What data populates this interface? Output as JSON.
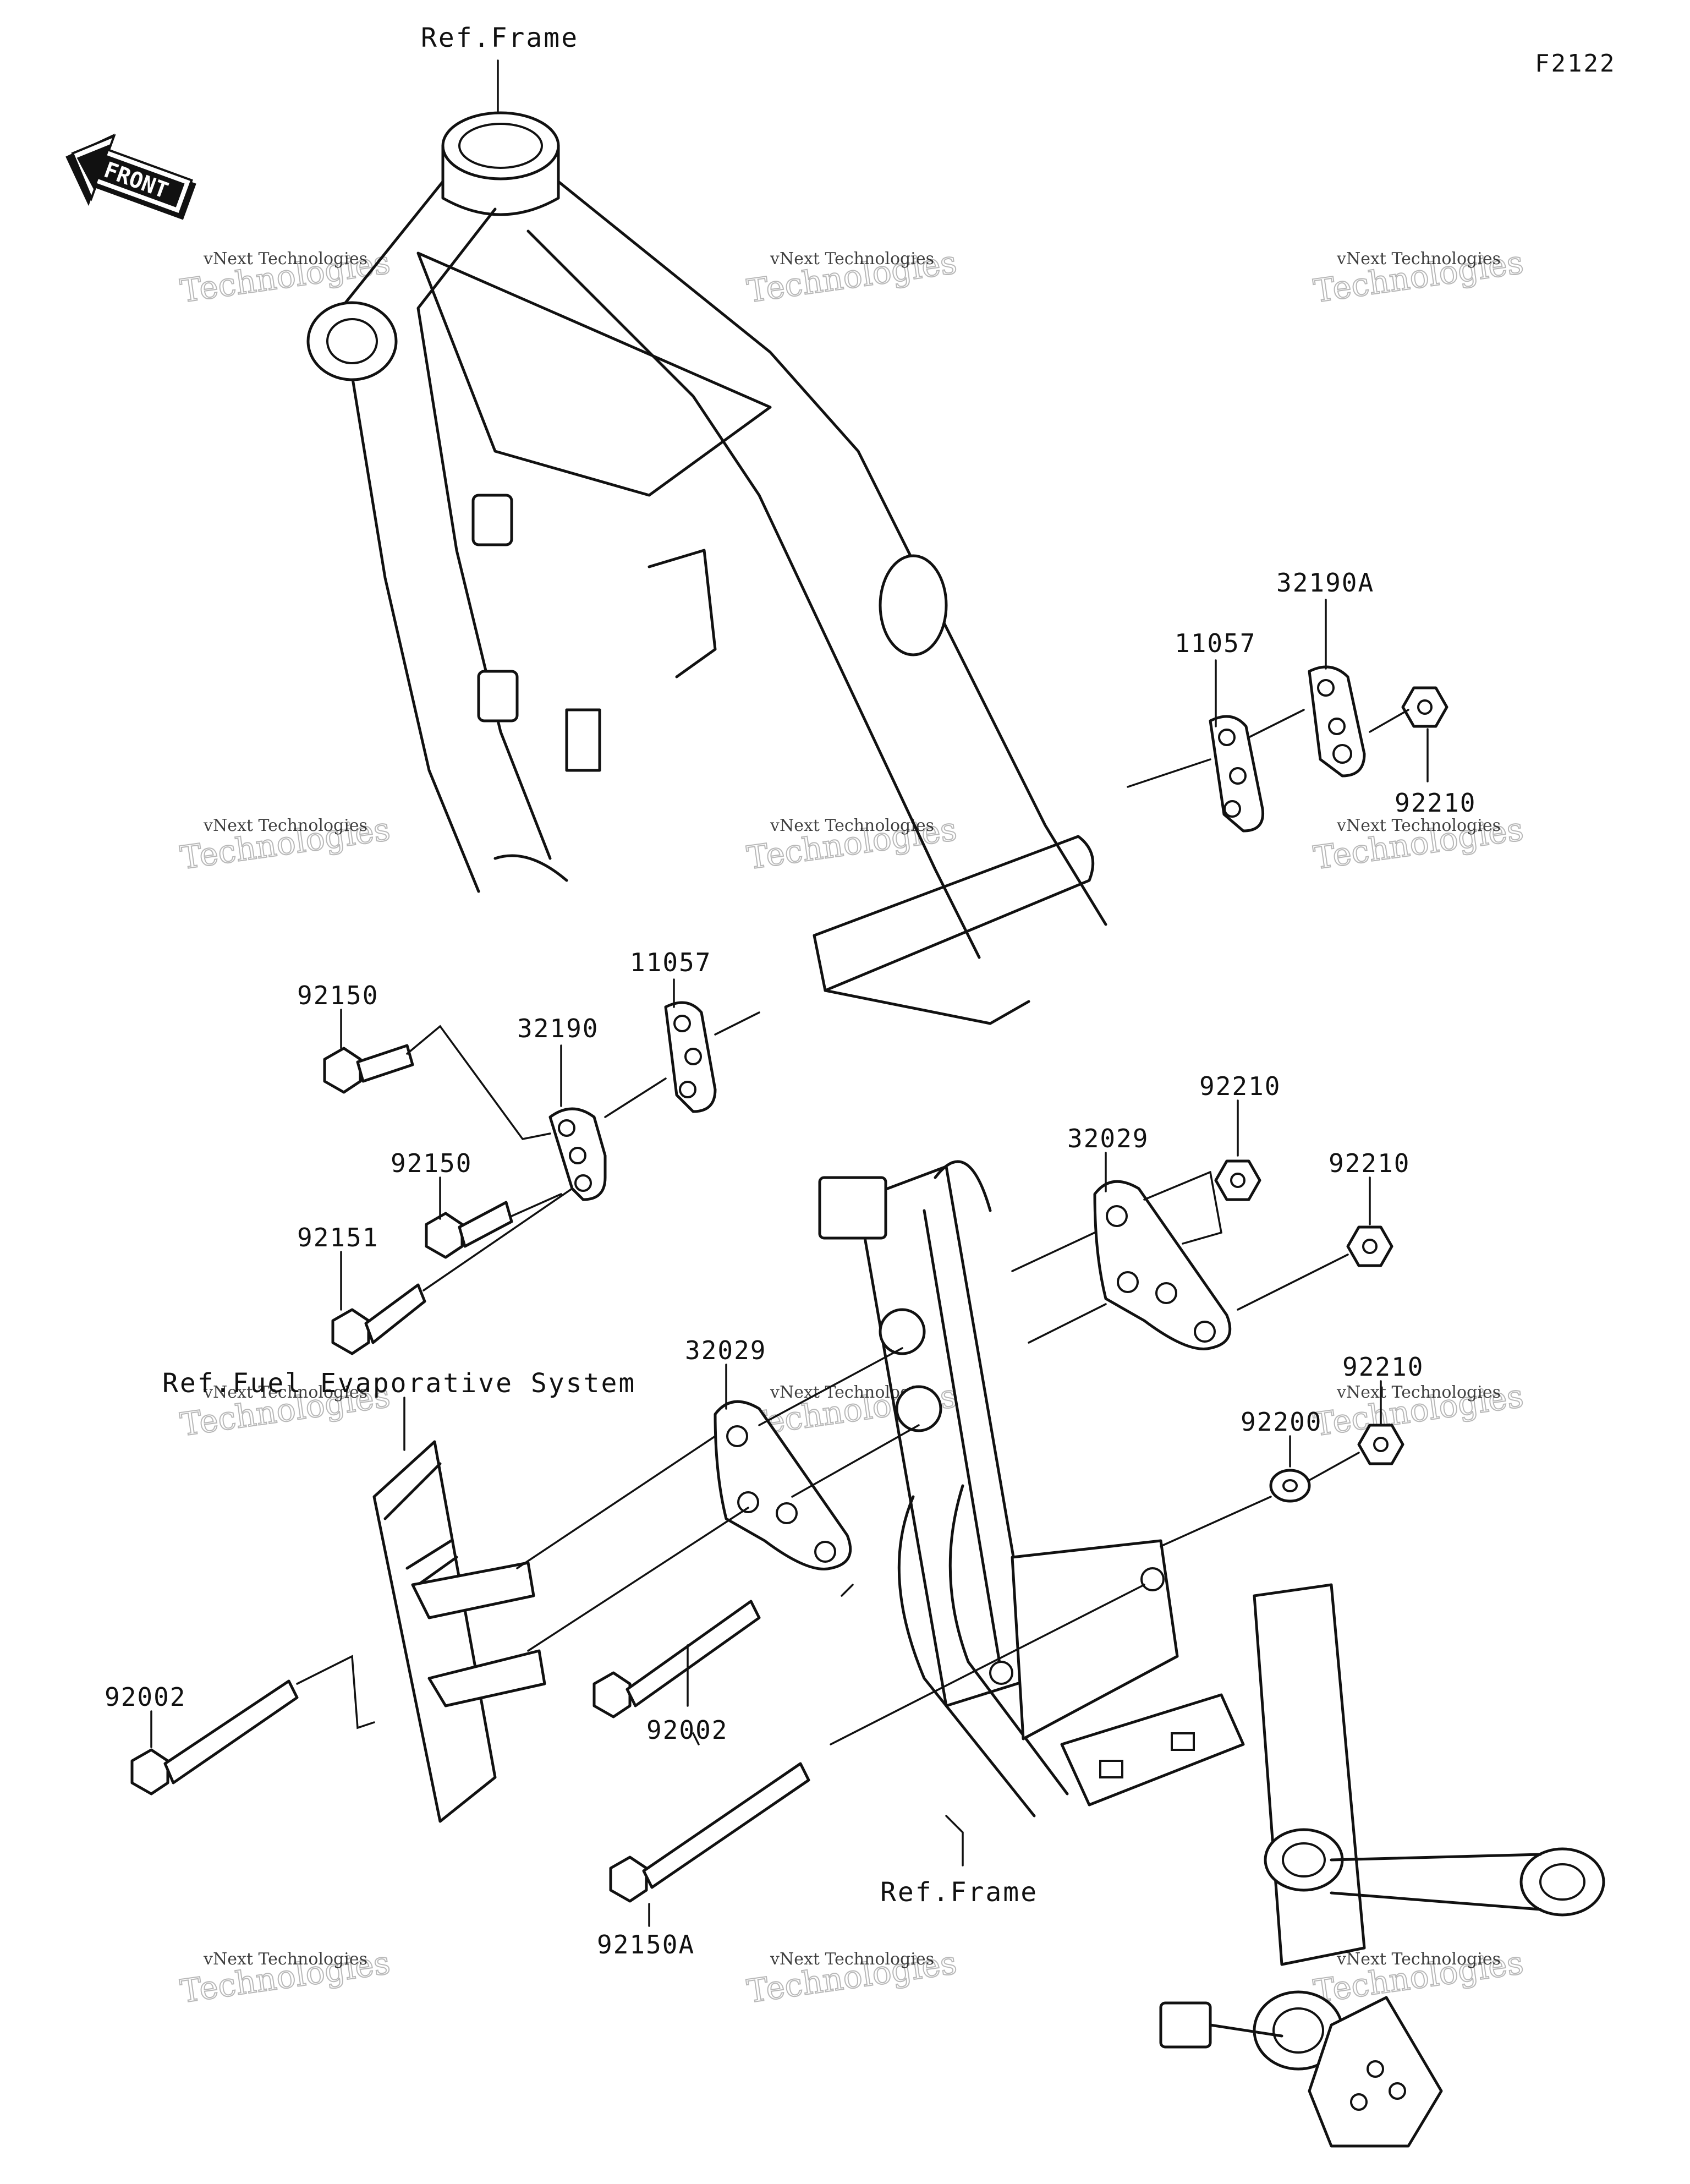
{
  "diagram_code": "F2122",
  "front_indicator": {
    "label": "FRONT",
    "icon": "front-arrow-icon"
  },
  "references": {
    "frame_top": "Ref.Frame",
    "frame_bottom": "Ref.Frame",
    "fuel_evaporative": "Ref.Fuel Evaporative System"
  },
  "parts": [
    {
      "id": "p11057a",
      "number": "11057"
    },
    {
      "id": "p32190a",
      "number": "32190A"
    },
    {
      "id": "p92210a",
      "number": "92210"
    },
    {
      "id": "p92150a",
      "number": "92150"
    },
    {
      "id": "p32190",
      "number": "32190"
    },
    {
      "id": "p11057b",
      "number": "11057"
    },
    {
      "id": "p92150b",
      "number": "92150"
    },
    {
      "id": "p92151",
      "number": "92151"
    },
    {
      "id": "p92210b",
      "number": "92210"
    },
    {
      "id": "p32029a",
      "number": "32029"
    },
    {
      "id": "p92210c",
      "number": "92210"
    },
    {
      "id": "p32029b",
      "number": "32029"
    },
    {
      "id": "p92210d",
      "number": "92210"
    },
    {
      "id": "p92200",
      "number": "92200"
    },
    {
      "id": "p92002a",
      "number": "92002"
    },
    {
      "id": "p92002b",
      "number": "92002"
    },
    {
      "id": "p92150A",
      "number": "92150A"
    }
  ],
  "watermark": {
    "line1": "vNext Technologies",
    "line2": "vNext",
    "line3": "Technologies"
  }
}
